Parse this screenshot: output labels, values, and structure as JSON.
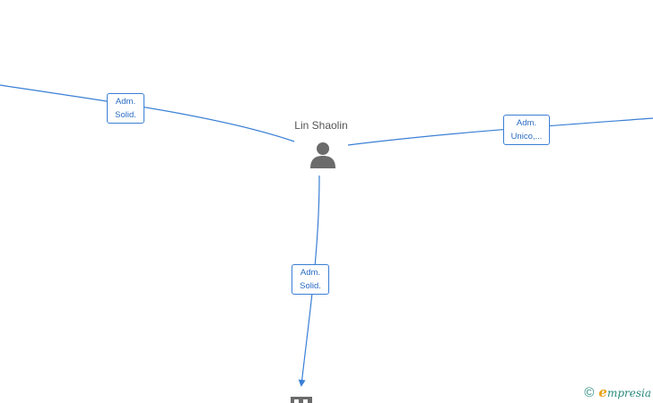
{
  "nodes": {
    "person": {
      "name": "Lin Shaolin",
      "icon": "person-icon"
    },
    "company": {
      "icon": "building-icon"
    }
  },
  "edges": {
    "left": {
      "line1": "Adm.",
      "line2": "Solid."
    },
    "right": {
      "line1": "Adm.",
      "line2": "Unico,..."
    },
    "bottom": {
      "line1": "Adm.",
      "line2": "Solid."
    }
  },
  "colors": {
    "edge": "#3a7fd5",
    "node_icon": "#6b6b6b",
    "brand": "#2a8a7f",
    "brand_accent": "#e8a21a"
  },
  "brand": {
    "copyright": "©",
    "logo_first": "e",
    "logo_rest": "mpresia"
  }
}
